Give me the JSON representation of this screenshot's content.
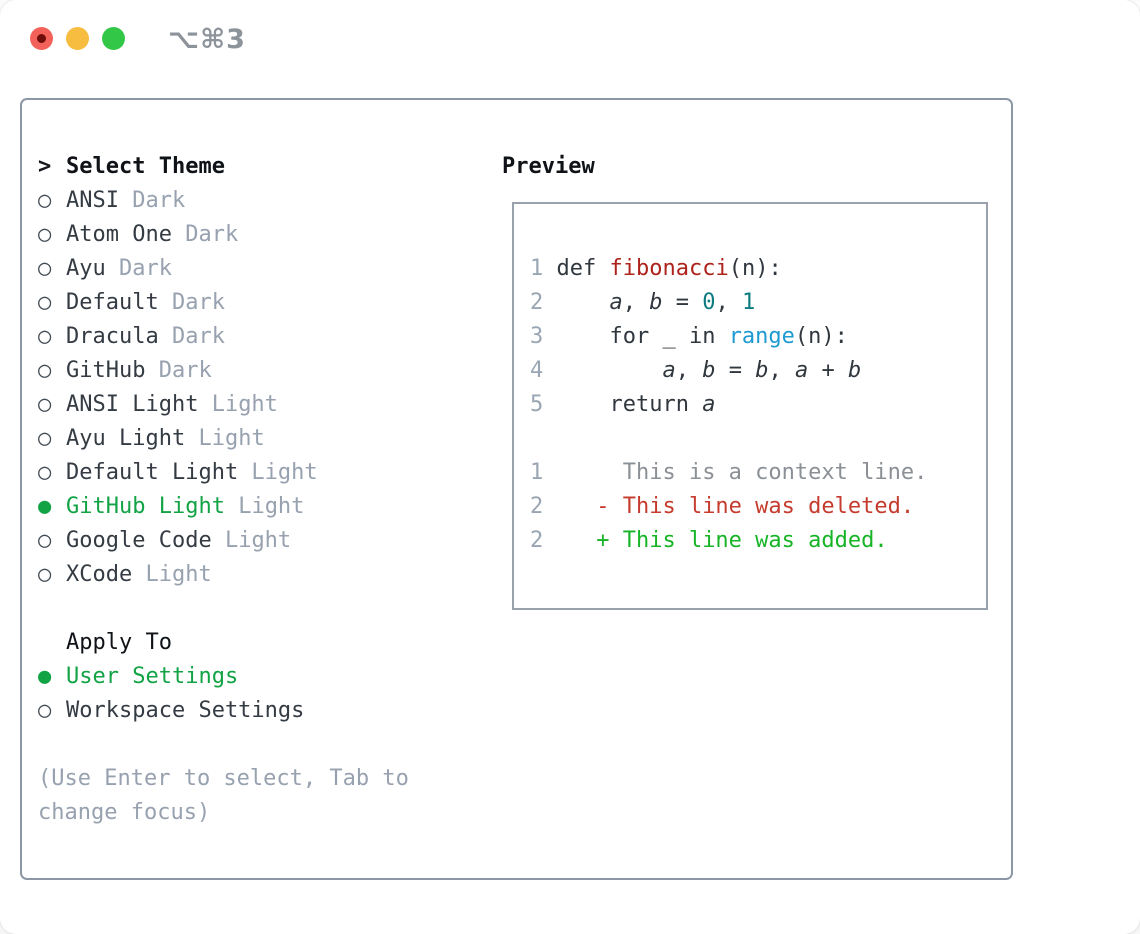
{
  "window": {
    "shortcut": "⌥⌘3",
    "traffic_lights": {
      "close": "#f2625a",
      "close_dot": "#6e0d0a",
      "minimize": "#f6bd40",
      "zoom": "#33c748"
    }
  },
  "glyphs": {
    "radio_unselected": "○",
    "radio_selected": "●",
    "prompt": ">"
  },
  "theme_list": {
    "header": "Select Theme",
    "items": [
      {
        "name": "ANSI",
        "variant": "Dark",
        "selected": false
      },
      {
        "name": "Atom One",
        "variant": "Dark",
        "selected": false
      },
      {
        "name": "Ayu",
        "variant": "Dark",
        "selected": false
      },
      {
        "name": "Default",
        "variant": "Dark",
        "selected": false
      },
      {
        "name": "Dracula",
        "variant": "Dark",
        "selected": false
      },
      {
        "name": "GitHub",
        "variant": "Dark",
        "selected": false
      },
      {
        "name": "ANSI Light",
        "variant": "Light",
        "selected": false
      },
      {
        "name": "Ayu Light",
        "variant": "Light",
        "selected": false
      },
      {
        "name": "Default Light",
        "variant": "Light",
        "selected": false
      },
      {
        "name": "GitHub Light",
        "variant": "Light",
        "selected": true
      },
      {
        "name": "Google Code",
        "variant": "Light",
        "selected": false
      },
      {
        "name": "XCode",
        "variant": "Light",
        "selected": false
      }
    ]
  },
  "apply_to": {
    "header": "Apply To",
    "options": [
      {
        "name": "User Settings",
        "selected": true
      },
      {
        "name": "Workspace Settings",
        "selected": false
      }
    ]
  },
  "hints": {
    "line1": "(Use Enter to select, Tab to",
    "line2": "change focus)"
  },
  "preview": {
    "title": "Preview",
    "lines": [
      [
        [
          "ln",
          "1"
        ],
        [
          "pl",
          " def "
        ],
        [
          "fn",
          "fibonacci"
        ],
        [
          "pl",
          "(n):"
        ]
      ],
      [
        [
          "ln",
          "2"
        ],
        [
          "pl",
          "     "
        ],
        [
          "vr",
          "a"
        ],
        [
          "pl",
          ", "
        ],
        [
          "vr",
          "b"
        ],
        [
          "pl",
          " = "
        ],
        [
          "nm",
          "0"
        ],
        [
          "pl",
          ", "
        ],
        [
          "nm",
          "1"
        ]
      ],
      [
        [
          "ln",
          "3"
        ],
        [
          "pl",
          "     for _ in "
        ],
        [
          "bi",
          "range"
        ],
        [
          "pl",
          "(n):"
        ]
      ],
      [
        [
          "ln",
          "4"
        ],
        [
          "pl",
          "         "
        ],
        [
          "vr",
          "a"
        ],
        [
          "pl",
          ", "
        ],
        [
          "vr",
          "b"
        ],
        [
          "pl",
          " = "
        ],
        [
          "vr",
          "b"
        ],
        [
          "pl",
          ", "
        ],
        [
          "vr",
          "a"
        ],
        [
          "pl",
          " + "
        ],
        [
          "vr",
          "b"
        ]
      ],
      [
        [
          "ln",
          "5"
        ],
        [
          "pl",
          "     return "
        ],
        [
          "vr",
          "a"
        ]
      ],
      [],
      [
        [
          "ln",
          "1"
        ],
        [
          "ctx",
          "      This is a context line."
        ]
      ],
      [
        [
          "ln",
          "2"
        ],
        [
          "del",
          "    - This line was deleted."
        ]
      ],
      [
        [
          "ln",
          "2"
        ],
        [
          "add",
          "    + This line was added."
        ]
      ]
    ]
  },
  "colors": {
    "accent_green": "#11a344",
    "added_green": "#17b427",
    "deleted_red": "#c53c2e",
    "function_red": "#ad231b",
    "number_teal": "#0d7b80",
    "builtin_blue": "#1e9ad2",
    "muted_gray": "#97a1af",
    "panel_border": "#8c97a5"
  }
}
